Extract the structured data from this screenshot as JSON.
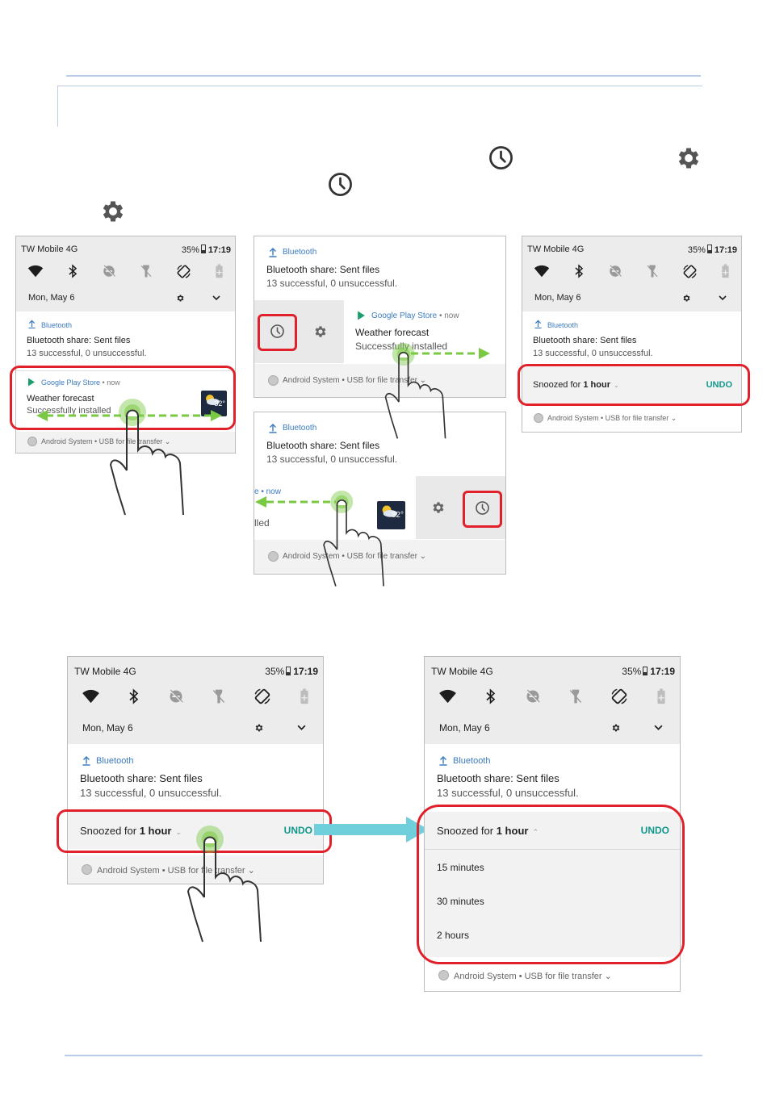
{
  "colors": {
    "accent_teal": "#11988d",
    "highlight_red": "#e0202a",
    "swipe_green": "#7ac943",
    "arrow_cyan": "#6fd0dc",
    "rule_blue": "#b9cde8"
  },
  "status": {
    "carrier": "TW Mobile 4G",
    "battery_pct": "35%",
    "time": "17:19"
  },
  "quick_settings": {
    "date": "Mon, May 6",
    "icons": [
      "wifi-icon",
      "bluetooth-icon",
      "dnd-icon",
      "flashlight-icon",
      "auto-rotate-icon",
      "battery-saver-icon"
    ]
  },
  "bt_notification": {
    "app": "Bluetooth",
    "title": "Bluetooth share: Sent files",
    "body": "13 successful, 0 unsuccessful."
  },
  "play_notification": {
    "app": "Google Play Store",
    "meta": " • now",
    "title": "Weather forecast",
    "body": "Successfully installed"
  },
  "partial": {
    "meta": "e • now",
    "body": "lled",
    "weather_temp": "32°"
  },
  "snooze": {
    "text_prefix": "Snoozed for ",
    "duration": "1 hour",
    "undo": "UNDO"
  },
  "android_system": {
    "text": "Android System • USB for file transfer ⌄"
  },
  "snooze_options": [
    "15 minutes",
    "30 minutes",
    "2 hours"
  ]
}
